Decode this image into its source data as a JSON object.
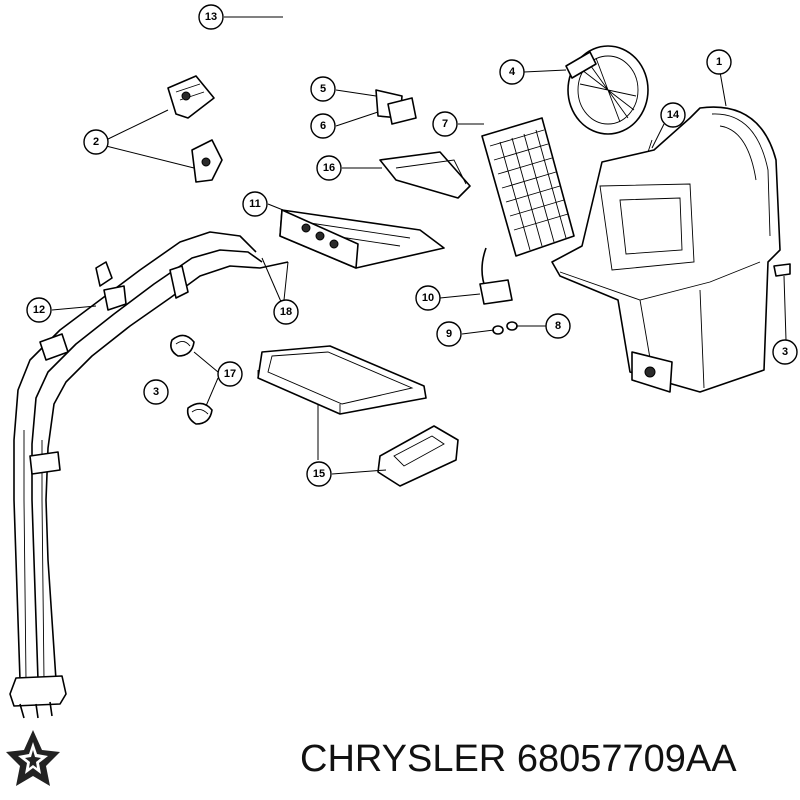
{
  "brand": "CHRYSLER",
  "part_number": "68057709AA",
  "callouts": [
    "1",
    "2",
    "3",
    "4",
    "5",
    "6",
    "7",
    "8",
    "9",
    "10",
    "11",
    "12",
    "13",
    "14",
    "15",
    "16",
    "17",
    "18"
  ],
  "logo_icon": "chrysler-pentastar-icon"
}
